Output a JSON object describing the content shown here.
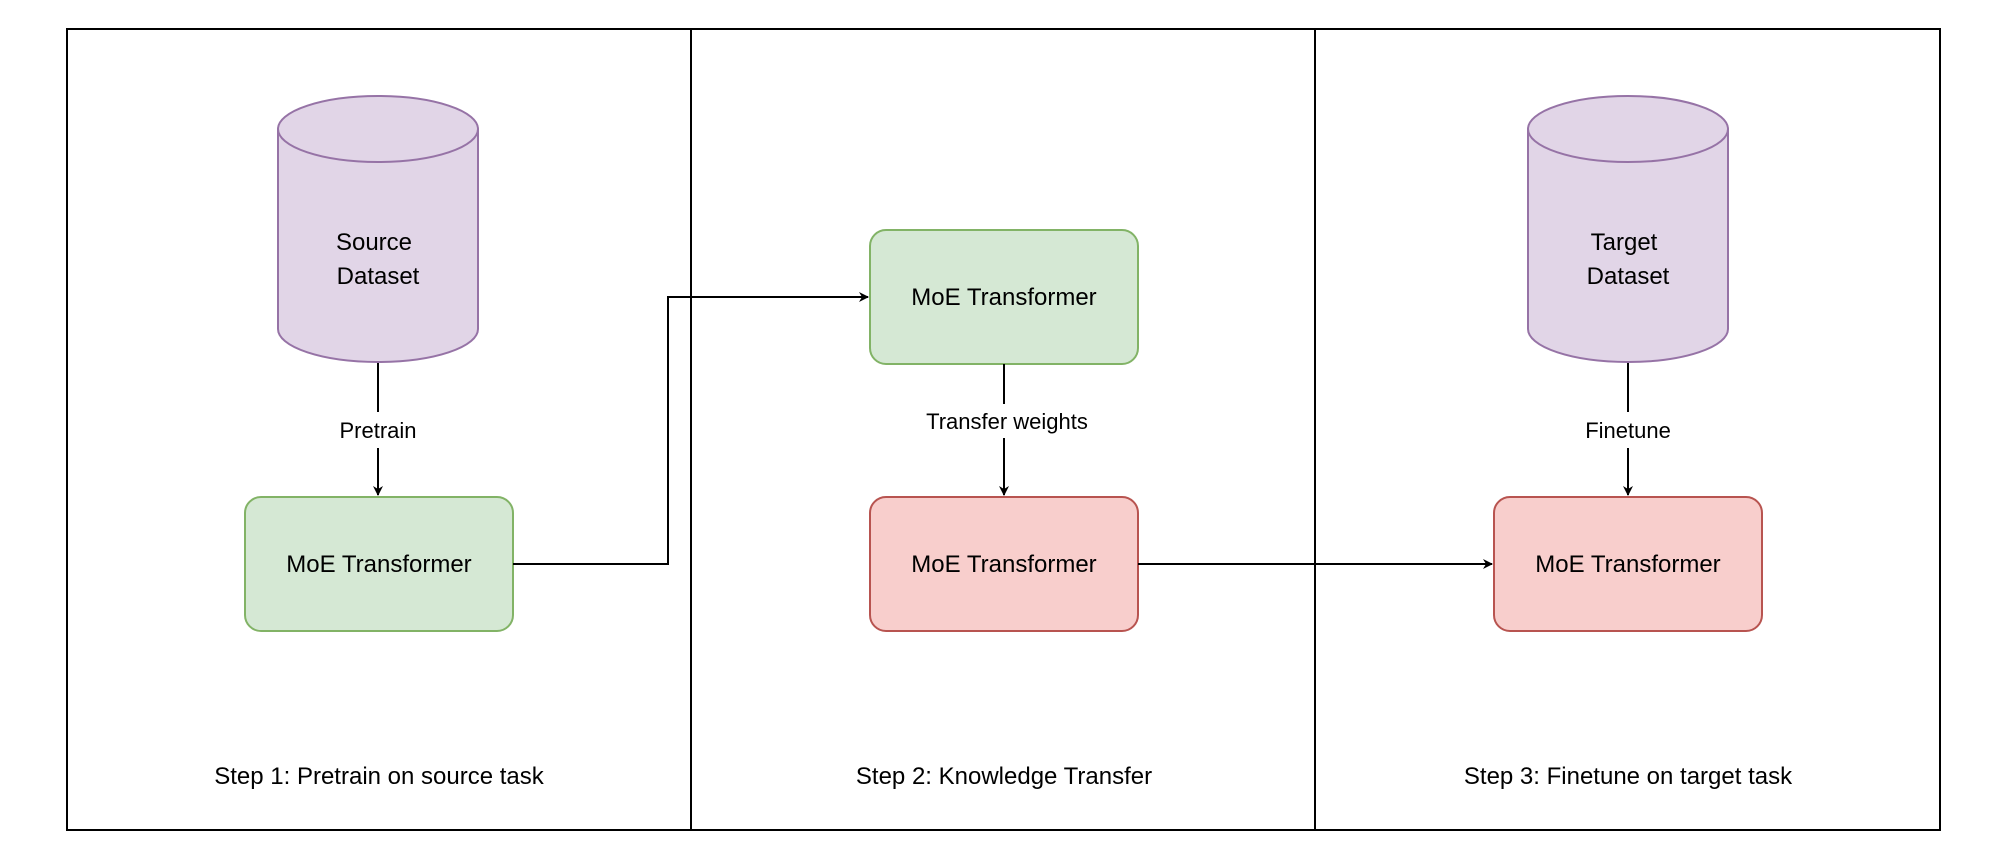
{
  "colors": {
    "green_fill": "#d5e8d4",
    "green_stroke": "#82b366",
    "red_fill": "#f8cecc",
    "red_stroke": "#b85450",
    "purple_fill": "#e1d5e7",
    "purple_stroke": "#9673a6",
    "line": "#000000"
  },
  "panels": [
    {
      "caption": "Step 1: Pretrain on source task"
    },
    {
      "caption": "Step 2: Knowledge Transfer"
    },
    {
      "caption": "Step 3: Finetune on target task"
    }
  ],
  "nodes": {
    "source_dataset": {
      "line1": "Source",
      "line2": "Dataset"
    },
    "target_dataset": {
      "line1": "Target",
      "line2": "Dataset"
    },
    "pretrained_model": {
      "label": "MoE Transformer"
    },
    "transfer_source_model": {
      "label": "MoE Transformer"
    },
    "transfer_target_model": {
      "label": "MoE Transformer"
    },
    "finetuned_model": {
      "label": "MoE Transformer"
    }
  },
  "edges": {
    "pretrain": {
      "label": "Pretrain"
    },
    "transfer_weights": {
      "label": "Transfer weights"
    },
    "finetune": {
      "label": "Finetune"
    }
  }
}
